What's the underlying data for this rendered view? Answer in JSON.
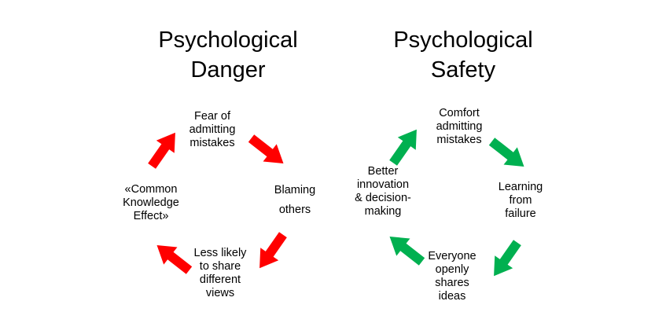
{
  "diagrams": [
    {
      "title": [
        "Psychological",
        "Danger"
      ],
      "arrow_color": "#ff0000",
      "nodes": {
        "top": [
          "Fear of",
          "admitting",
          "mistakes"
        ],
        "right": [
          "Blaming",
          "others"
        ],
        "bottom": [
          "Less likely",
          "to share",
          "different",
          "views"
        ],
        "left": [
          "«Common",
          "Knowledge",
          "Effect»"
        ]
      }
    },
    {
      "title": [
        "Psychological",
        "Safety"
      ],
      "arrow_color": "#00b050",
      "nodes": {
        "top": [
          "Comfort",
          "admitting",
          "mistakes"
        ],
        "right": [
          "Learning",
          "from",
          "failure"
        ],
        "bottom": [
          "Everyone",
          "openly",
          "shares",
          "ideas"
        ],
        "left": [
          "Better",
          "innovation",
          "& decision-",
          "making"
        ]
      }
    }
  ]
}
